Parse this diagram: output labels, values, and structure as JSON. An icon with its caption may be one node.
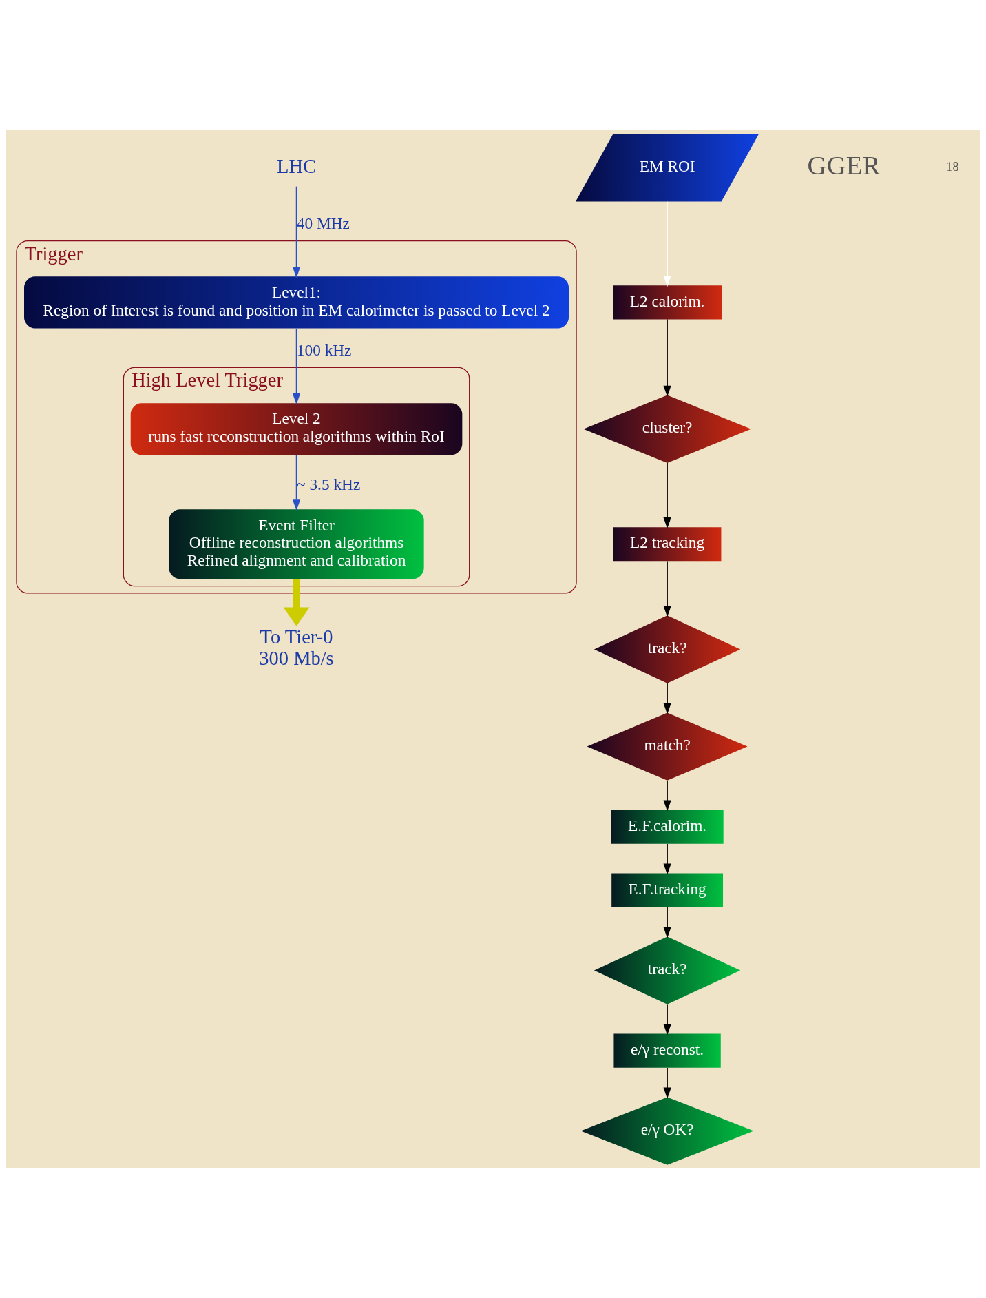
{
  "diagram": {
    "nodes": [
      {
        "text": [
          "Trigger"
        ]
      },
      {
        "text": [
          "Level1:",
          "Region of Interest is found and position in EM calorimeter is passed to Level 2"
        ],
        "in": 0
      },
      {
        "text": [
          "High Level Trigger"
        ],
        "in": 0
      },
      {
        "text": [
          "Level 2",
          "runs fast reconstruction algorithms within RoI"
        ],
        "in": 2
      },
      {
        "text": [
          "Event Filter",
          "Offline reconstruction algorithms",
          "Refined alignment and calibration"
        ],
        "in": 2
      },
      {
        "text": [
          "LHC"
        ]
      },
      {
        "text": [
          "To Tier-0",
          "300 Mb/s"
        ]
      },
      {
        "text": [
          "EM ROI"
        ]
      },
      {
        "text": [
          "L2 calorim."
        ]
      },
      {
        "text": [
          "cluster?"
        ]
      },
      {
        "text": [
          "L2 tracking"
        ]
      },
      {
        "text": [
          "track?"
        ]
      },
      {
        "text": [
          "match?"
        ]
      },
      {
        "text": [
          "E.F.calorim."
        ]
      },
      {
        "text": [
          "E.F.tracking"
        ]
      },
      {
        "text": [
          "track?"
        ]
      },
      {
        "text": [
          "e/γ reconst."
        ]
      },
      {
        "text": [
          "e/γ OK?"
        ]
      }
    ],
    "edges": [
      {
        "from": 5,
        "to": 1,
        "arrow": "to",
        "label": "40 MHz",
        "color": "#2a50c8"
      },
      {
        "from": 1,
        "to": 3,
        "arrow": "to",
        "label": "100 kHz",
        "color": "#2a50c8"
      },
      {
        "from": 3,
        "to": 4,
        "arrow": "to",
        "label": "~ 3.5 kHz",
        "color": "#2a50c8"
      },
      {
        "from": 4,
        "to": 6,
        "arrow": "to",
        "style": "thick",
        "color": "#cccc00"
      },
      {
        "from": 7,
        "to": 8,
        "arrow": "to",
        "color": "#ffffff"
      },
      {
        "from": 8,
        "to": 9,
        "arrow": "to"
      },
      {
        "from": 9,
        "to": 10,
        "arrow": "to"
      },
      {
        "from": 10,
        "to": 11,
        "arrow": "to"
      },
      {
        "from": 11,
        "to": 12,
        "arrow": "to"
      },
      {
        "from": 12,
        "to": 13,
        "arrow": "to"
      },
      {
        "from": 13,
        "to": 14,
        "arrow": "to"
      },
      {
        "from": 14,
        "to": 15,
        "arrow": "to"
      },
      {
        "from": 15,
        "to": 16,
        "arrow": "to"
      },
      {
        "from": 16,
        "to": 17,
        "arrow": "to"
      }
    ],
    "labels": [
      "GGER",
      "18"
    ]
  }
}
